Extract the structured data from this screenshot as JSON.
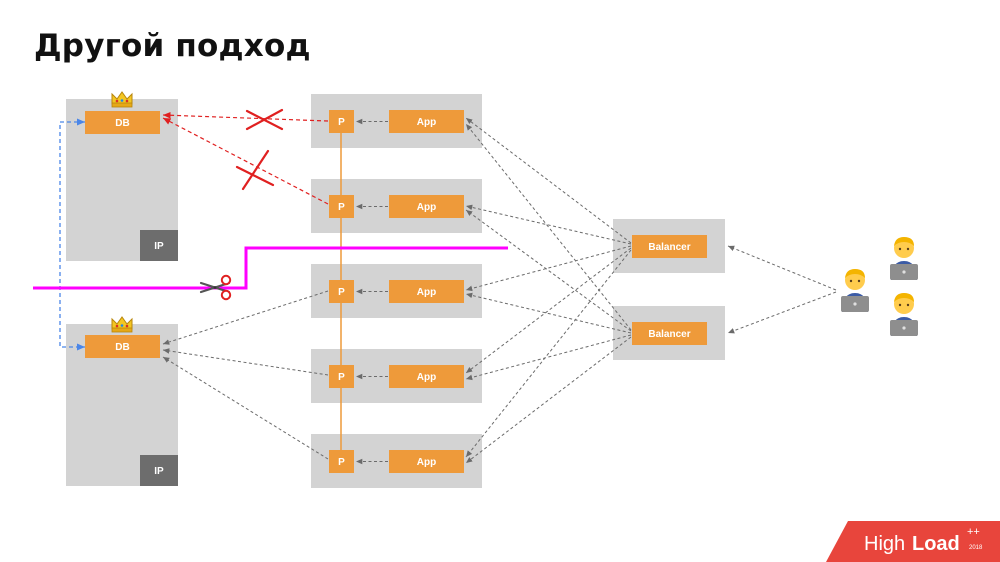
{
  "title": "Другой подход",
  "labels": {
    "db": "DB",
    "ip": "IP",
    "app": "App",
    "proxy": "P",
    "balancer": "Balancer"
  },
  "logo": {
    "high": "High",
    "load": "Load",
    "plus": "++",
    "year": "2018"
  },
  "colors": {
    "orange": "#ee9a3a",
    "server_gray": "#d3d3d3",
    "ip_dark": "#6d6d6d",
    "network_magenta": "#ff00ff",
    "failed_red": "#e02020",
    "replication_blue": "#4a86e8",
    "arrow_gray": "#6b6b6b",
    "logo_red": "#e8453c"
  },
  "icons": [
    "crown-icon",
    "scissors-icon",
    "user-laptop-icon",
    "cross-icon"
  ]
}
